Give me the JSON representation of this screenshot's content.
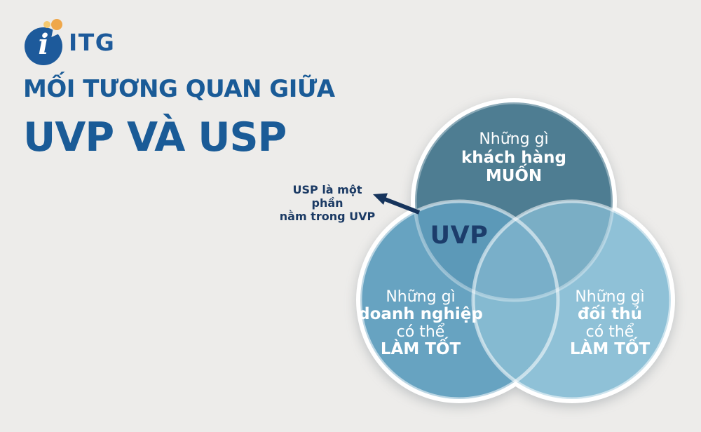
{
  "page": {
    "bg_color": "#EDECEA"
  },
  "logo": {
    "wordmark": "ITG",
    "letter": "i",
    "circle_color": "#1D5A9B",
    "wordmark_color": "#1D5A9B",
    "dot_small_color": "#F6C96E",
    "dot_large_color": "#EFA74A"
  },
  "title": {
    "line1": "MỐI TƯƠNG QUAN GIỮA",
    "line2": "UVP VÀ USP",
    "color": "#1A5B97"
  },
  "annotation": {
    "line1": "USP là một phần",
    "line2": "nằm trong UVP",
    "text_color": "#1B3A64",
    "arrow_color": "#16345C"
  },
  "venn": {
    "center_label": "UVP",
    "center_label_color": "#1C3D6B",
    "stroke_color": "#FFFFFF",
    "top_circle": {
      "line1": "Những gì",
      "line2": "khách hàng",
      "line3": "MUỐN",
      "color": "#4E7D92"
    },
    "left_circle": {
      "line1": "Những gì",
      "line2": "doanh nghiệp",
      "line3": "có thể",
      "line4": "LÀM TỐT",
      "color": "#67A3C1"
    },
    "right_circle": {
      "line1": "Những gì",
      "line2": "đối thủ",
      "line3": "có thể",
      "line4": "LÀM TỐT",
      "color": "#8FC1D7"
    },
    "overlaps": {
      "top_left": "#5C99B8",
      "top_right": "#7AAEC5",
      "left_right": "#85BAD1",
      "center": "#79AFC9"
    }
  }
}
